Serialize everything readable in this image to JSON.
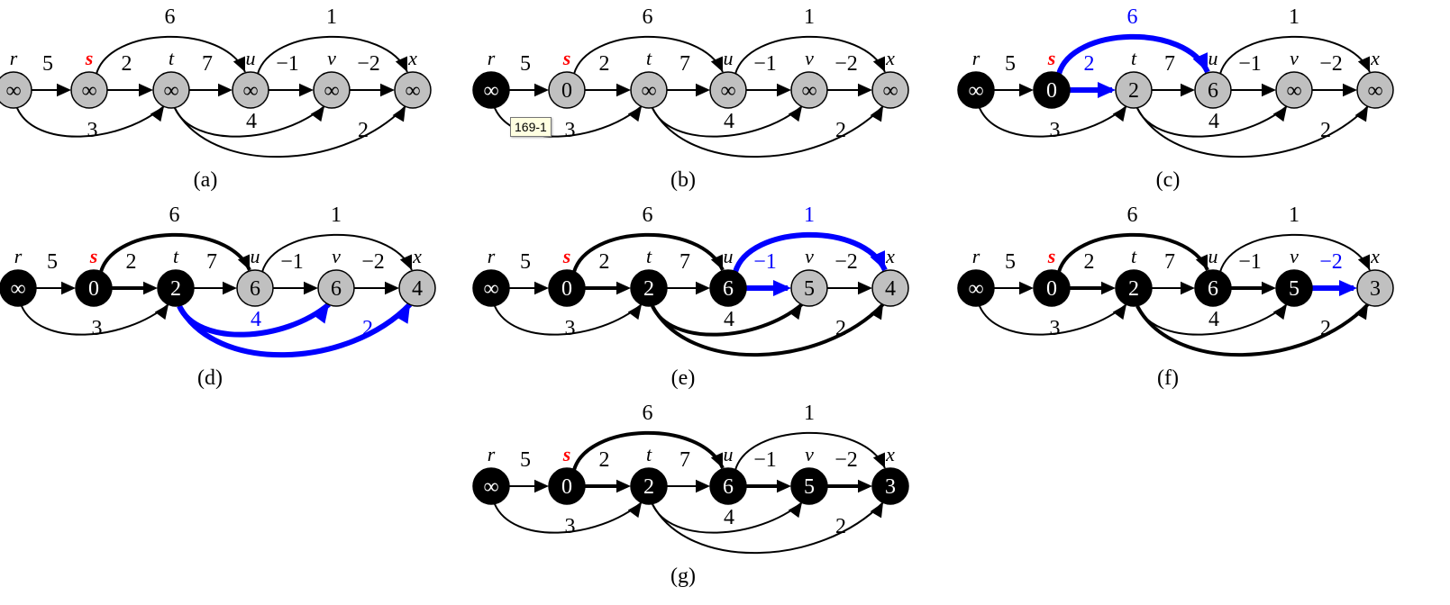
{
  "node_names": [
    "r",
    "s",
    "t",
    "u",
    "v",
    "x"
  ],
  "source_node": "s",
  "colors": {
    "black_node": "#000000",
    "gray_node": "#c0c0c0",
    "relax_edge": "#0000ff",
    "source_label": "#ff0000"
  },
  "edges": [
    {
      "from": "r",
      "to": "s",
      "weight": "5",
      "shape": "straight"
    },
    {
      "from": "s",
      "to": "t",
      "weight": "2",
      "shape": "straight"
    },
    {
      "from": "t",
      "to": "u",
      "weight": "7",
      "shape": "straight"
    },
    {
      "from": "u",
      "to": "v",
      "weight": "−1",
      "shape": "straight"
    },
    {
      "from": "v",
      "to": "x",
      "weight": "−2",
      "shape": "straight"
    },
    {
      "from": "s",
      "to": "u",
      "weight": "6",
      "shape": "arc-above"
    },
    {
      "from": "u",
      "to": "x",
      "weight": "1",
      "shape": "arc-above"
    },
    {
      "from": "r",
      "to": "t",
      "weight": "3",
      "shape": "arc-below"
    },
    {
      "from": "t",
      "to": "v",
      "weight": "4",
      "shape": "arc-below"
    },
    {
      "from": "t",
      "to": "x",
      "weight": "2",
      "shape": "arc-below-deep"
    }
  ],
  "panels": [
    {
      "label": "(a)",
      "values": [
        "∞",
        "∞",
        "∞",
        "∞",
        "∞",
        "∞"
      ],
      "black": [],
      "bold": [],
      "blue": []
    },
    {
      "label": "(b)",
      "values": [
        "∞",
        "0",
        "∞",
        "∞",
        "∞",
        "∞"
      ],
      "black": [
        "r"
      ],
      "bold": [],
      "blue": []
    },
    {
      "label": "(c)",
      "values": [
        "∞",
        "0",
        "2",
        "6",
        "∞",
        "∞"
      ],
      "black": [
        "r",
        "s"
      ],
      "bold": [],
      "blue": [
        "s-t",
        "s-u"
      ]
    },
    {
      "label": "(d)",
      "values": [
        "∞",
        "0",
        "2",
        "6",
        "6",
        "4"
      ],
      "black": [
        "r",
        "s",
        "t"
      ],
      "bold": [
        "s-t",
        "s-u"
      ],
      "blue": [
        "t-v",
        "t-x"
      ]
    },
    {
      "label": "(e)",
      "values": [
        "∞",
        "0",
        "2",
        "6",
        "5",
        "4"
      ],
      "black": [
        "r",
        "s",
        "t",
        "u"
      ],
      "bold": [
        "s-t",
        "s-u",
        "t-v",
        "t-x"
      ],
      "blue": [
        "u-v",
        "u-x"
      ]
    },
    {
      "label": "(f)",
      "values": [
        "∞",
        "0",
        "2",
        "6",
        "5",
        "3"
      ],
      "black": [
        "r",
        "s",
        "t",
        "u",
        "v"
      ],
      "bold": [
        "s-t",
        "s-u",
        "u-v",
        "t-x"
      ],
      "blue": [
        "v-x"
      ]
    },
    {
      "label": "(g)",
      "values": [
        "∞",
        "0",
        "2",
        "6",
        "5",
        "3"
      ],
      "black": [
        "r",
        "s",
        "t",
        "u",
        "v",
        "x"
      ],
      "bold": [
        "s-t",
        "s-u",
        "u-v",
        "v-x"
      ],
      "blue": []
    }
  ],
  "tooltip": "169-1"
}
